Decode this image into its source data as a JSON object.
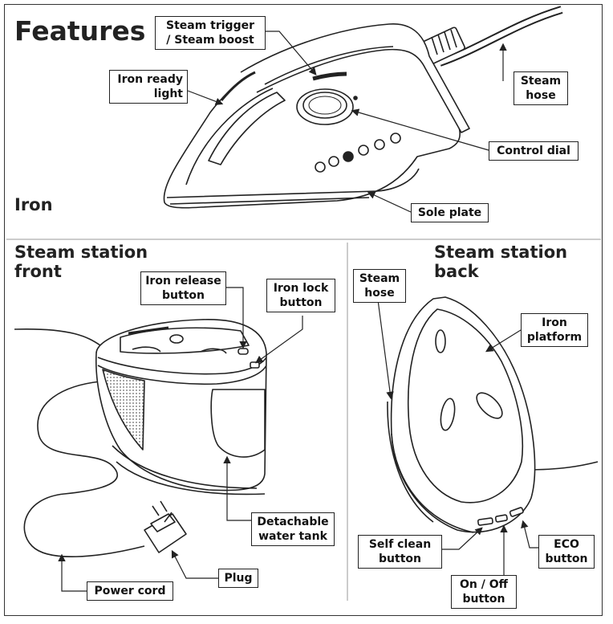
{
  "title": "Features",
  "sections": {
    "iron": "Iron",
    "front": "Steam station\nfront",
    "back": "Steam station\nback"
  },
  "labels": {
    "steam_trigger": "Steam trigger\n/ Steam boost",
    "iron_ready_light": "Iron ready\nlight",
    "steam_hose_top": "Steam\nhose",
    "control_dial": "Control dial",
    "sole_plate": "Sole plate",
    "iron_release_button": "Iron release\nbutton",
    "iron_lock_button": "Iron lock\nbutton",
    "detachable_water_tank": "Detachable\nwater tank",
    "plug": "Plug",
    "power_cord": "Power cord",
    "steam_hose_back": "Steam\nhose",
    "iron_platform": "Iron\nplatform",
    "self_clean_button": "Self clean\nbutton",
    "on_off_button": "On / Off\nbutton",
    "eco_button": "ECO\nbutton"
  },
  "colors": {
    "line": "#222222",
    "panel": "#ffffff"
  }
}
